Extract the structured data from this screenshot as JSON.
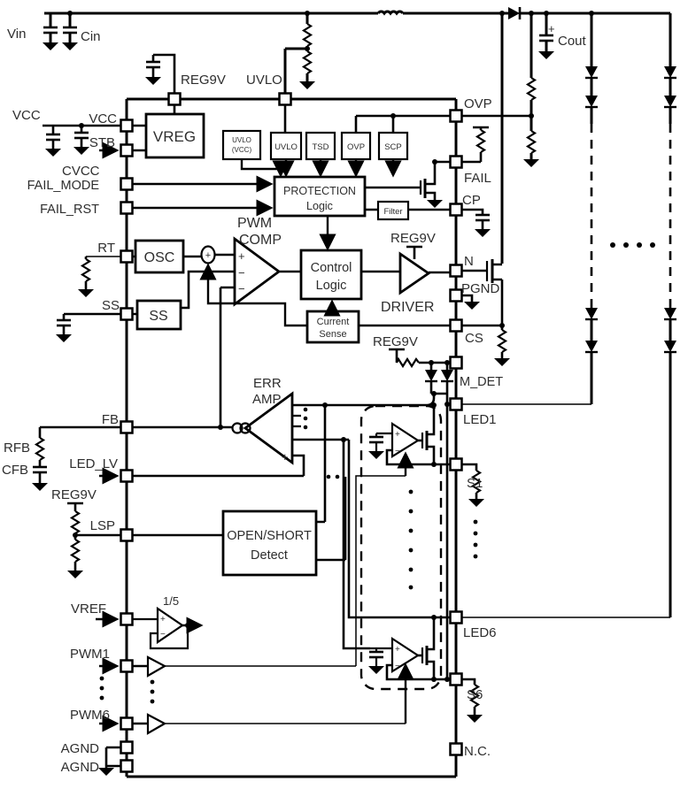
{
  "pins": {
    "vcc": "VCC",
    "stb": "STB",
    "fail_mode": "FAIL_MODE",
    "fail_rst": "FAIL_RST",
    "rt": "RT",
    "ss": "SS",
    "fb": "FB",
    "led_lv": "LED_LV",
    "lsp": "LSP",
    "vref": "VREF",
    "pwm1": "PWM1",
    "pwm6": "PWM6",
    "agnd_a": "AGND",
    "agnd_b": "AGND",
    "reg9v": "REG9V",
    "uvlo": "UVLO",
    "ovp": "OVP",
    "fail": "FAIL",
    "cp": "CP",
    "n": "N",
    "pgnd": "PGND",
    "cs": "CS",
    "m_det": "M_DET",
    "led1": "LED1",
    "s1": "S1",
    "led6": "LED6",
    "s6": "S6",
    "nc": "N.C."
  },
  "components": {
    "vin": "Vin",
    "cin": "Cin",
    "cout": "Cout",
    "cout_plus": "+",
    "cvcc": "CVCC",
    "vcc_ext": "VCC",
    "rfb": "RFB",
    "cfb": "CFB",
    "reg9v_driver": "REG9V",
    "reg9v_mdet": "REG9V",
    "reg9v_lsp": "REG9V"
  },
  "blocks": {
    "vreg": "VREG",
    "uvlo_vcc_l1": "UVLO",
    "uvlo_vcc_l2": "(VCC)",
    "uvlo": "UVLO",
    "tsd": "TSD",
    "ovp": "OVP",
    "scp": "SCP",
    "protection_l1": "PROTECTION",
    "protection_l2": "Logic",
    "filter": "Filter",
    "osc": "OSC",
    "ss": "SS",
    "control_l1": "Control",
    "control_l2": "Logic",
    "current_l1": "Current",
    "current_l2": "Sense",
    "open_short_l1": "OPEN/SHORT",
    "open_short_l2": "Detect",
    "driver": "DRIVER"
  },
  "amps": {
    "pwm": "PWM",
    "comp": "COMP",
    "err": "ERR",
    "amp": "AMP",
    "gain": "1/5",
    "plus": "+",
    "minus": "−"
  }
}
